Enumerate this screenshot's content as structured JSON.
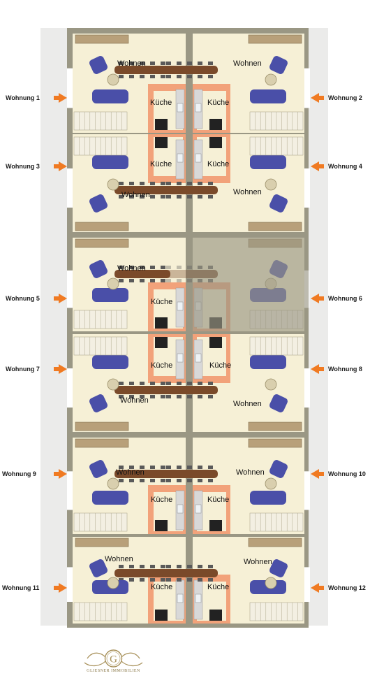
{
  "labels": {
    "living": "Wohnen",
    "kitchen": "Küche"
  },
  "units": [
    {
      "id": 1,
      "name": "Wohnung 1",
      "side": "left"
    },
    {
      "id": 2,
      "name": "Wohnung 2",
      "side": "right"
    },
    {
      "id": 3,
      "name": "Wohnung 3",
      "side": "left"
    },
    {
      "id": 4,
      "name": "Wohnung 4",
      "side": "right"
    },
    {
      "id": 5,
      "name": "Wohnung 5",
      "side": "left"
    },
    {
      "id": 6,
      "name": "Wohnung 6",
      "side": "right"
    },
    {
      "id": 7,
      "name": "Wohnung 7",
      "side": "left"
    },
    {
      "id": 8,
      "name": "Wohnung 8",
      "side": "right"
    },
    {
      "id": 9,
      "name": "Wohnung 9",
      "side": "left"
    },
    {
      "id": 10,
      "name": "Wohnung 10",
      "side": "right"
    },
    {
      "id": 11,
      "name": "Wohnung 11",
      "side": "left"
    },
    {
      "id": 12,
      "name": "Wohnung 12",
      "side": "right"
    }
  ],
  "logo": {
    "letter": "G",
    "company": "GLIESNER IMMOBILIEN"
  },
  "colors": {
    "floor": "#f6f0d6",
    "wall": "#9a9784",
    "kitchen_tile": "#f2a27a",
    "sofa": "#4a4fa8",
    "table": "#7a4a2a",
    "arrow": "#f07a22",
    "logo_gold": "#a8915a"
  }
}
